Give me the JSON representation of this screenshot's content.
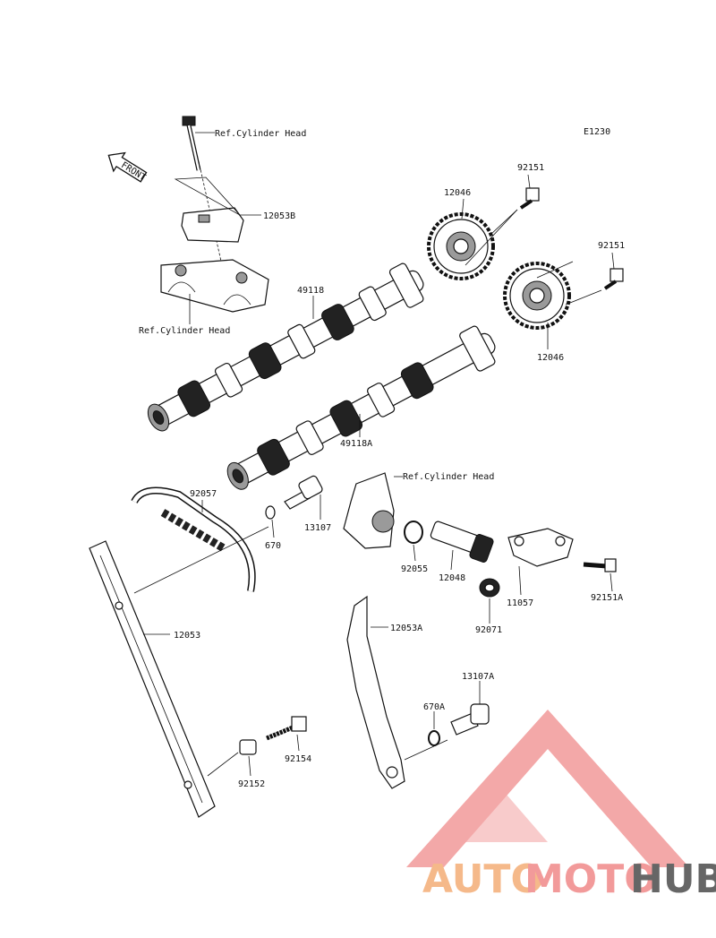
{
  "diagram": {
    "code": "E1230",
    "front_label": "FRONT",
    "refs": {
      "ref_top": "Ref.Cylinder Head",
      "ref_left": "Ref.Cylinder Head",
      "ref_right": "Ref.Cylinder Head"
    },
    "parts": {
      "p92151_top": "92151",
      "p12046_top": "12046",
      "p92151_right": "92151",
      "p12053B": "12053B",
      "p49118": "49118",
      "p12046_bottom": "12046",
      "p49118A": "49118A",
      "p92057": "92057",
      "p13107": "13107",
      "p670": "670",
      "p92055": "92055",
      "p12048": "12048",
      "p11057": "11057",
      "p92151A": "92151A",
      "p92071": "92071",
      "p12053": "12053",
      "p12053A": "12053A",
      "p13107A": "13107A",
      "p670A": "670A",
      "p92154": "92154",
      "p92152": "92152"
    }
  },
  "watermark": {
    "word_auto": "AUTO",
    "word_moto": "MOTO",
    "word_hub": "HUB",
    "colors": {
      "auto": "#f5b98a",
      "moto": "#f29a9a",
      "hub": "#666666",
      "triangle": "#f29a9a"
    }
  }
}
